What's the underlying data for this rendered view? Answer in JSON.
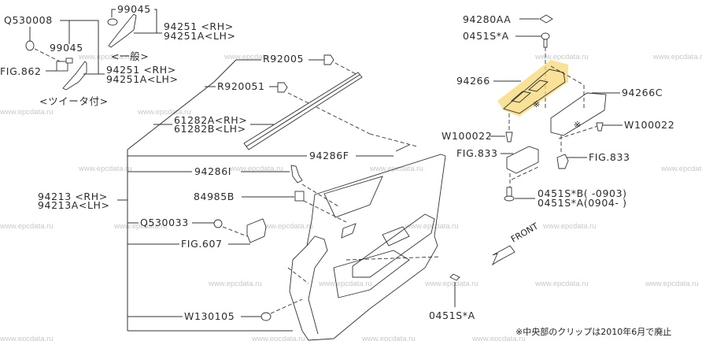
{
  "diagram": {
    "title": "Front door trim panel parts diagram",
    "highlight_color": "#f7d774",
    "watermark": "www.epcdata.ru",
    "labels": {
      "p99045_top": "99045",
      "q530008": "Q530008",
      "p99045_mid": "99045",
      "p94251_rh_top": "94251 <RH>",
      "p94251a_lh_top": "94251A<LH>",
      "general": "<一般>",
      "fig862": "FIG.862",
      "p94251_rh": "94251 <RH>",
      "p94251a_lh": "94251A<LH>",
      "tweeter": "<ツイータ付>",
      "r92005": "R92005",
      "r920051": "R920051",
      "p61282a": "61282A<RH>",
      "p61282b": "61282B<LH>",
      "p94286f": "94286F",
      "p94286i": "94286I",
      "p94213_rh": "94213 <RH>",
      "p94213a_lh": "94213A<LH>",
      "p84985b": "84985B",
      "q530033": "Q530033",
      "fig607": "FIG.607",
      "w130105": "W130105",
      "p94280aa": "94280AA",
      "p0451s_a_top": "0451S*A",
      "p94266": "94266",
      "p94266c": "94266C",
      "w100022_left": "W100022",
      "w100022_right": "W100022",
      "fig833_left": "FIG.833",
      "fig833_right": "FIG.833",
      "p0451s_b": "0451S*B(  -0903)",
      "p0451s_a_range": "0451S*A(0904-  )",
      "p0451s_a_bottom": "0451S*A",
      "front": "FRONT"
    },
    "footnote": "※中央部のクリップは2010年6月で廃止"
  }
}
